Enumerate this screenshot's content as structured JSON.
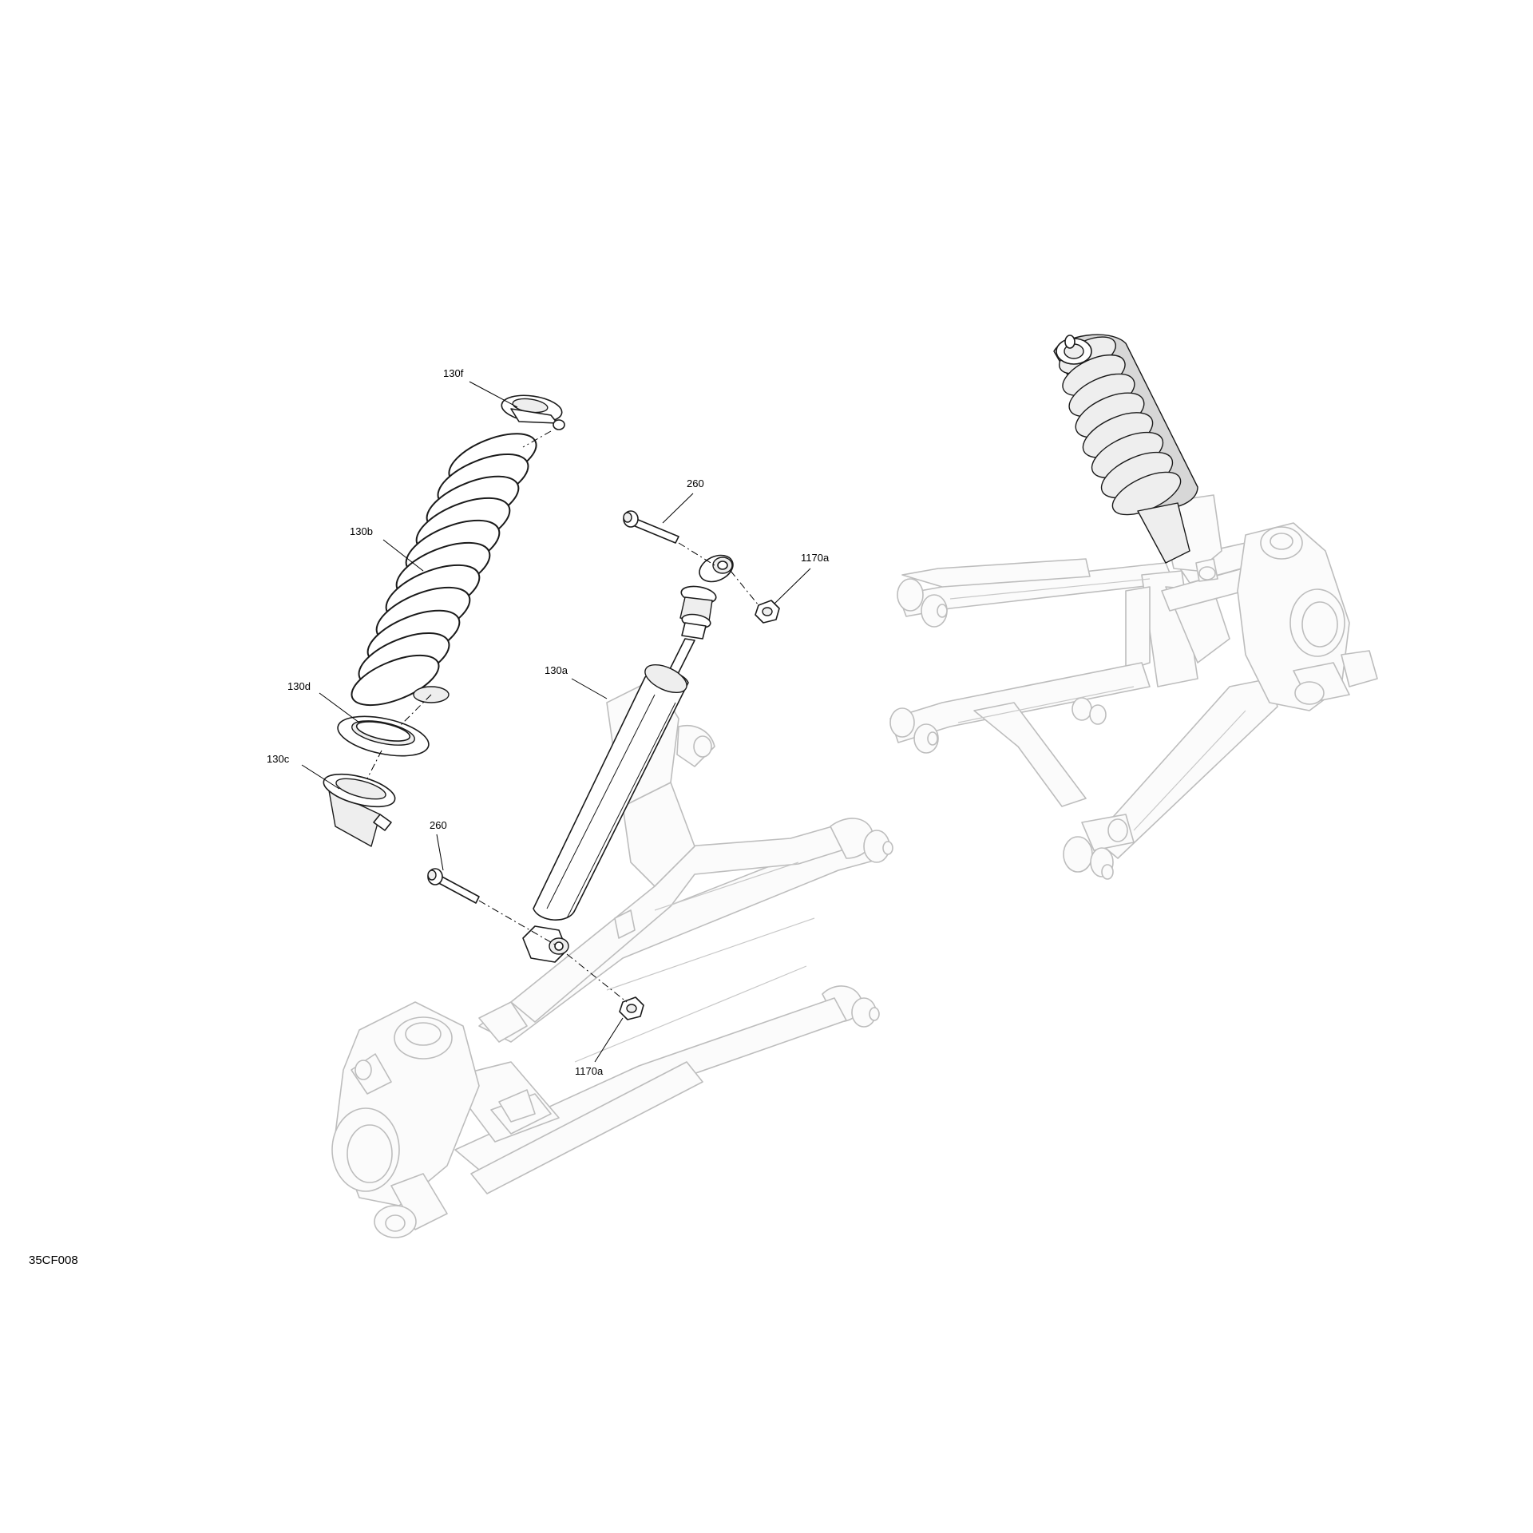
{
  "figure_code": "35CF008",
  "callouts": {
    "spring_seat_upper": "130f",
    "spring": "130b",
    "spring_seat_washer": "130d",
    "spring_seat_lower": "130c",
    "shock_absorber": "130a",
    "bolt_upper": "260",
    "nut_upper": "1170a",
    "bolt_lower": "260",
    "nut_lower": "1170a"
  },
  "colors": {
    "line": "#000000",
    "ghost": "#bdbdbd"
  }
}
